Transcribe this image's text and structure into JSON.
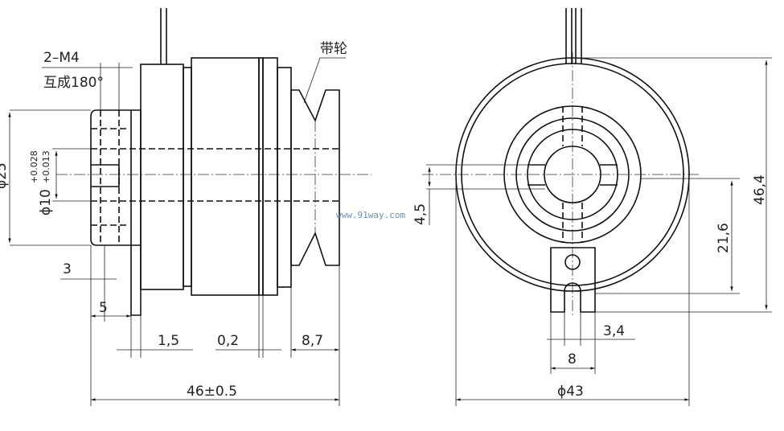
{
  "labels": {
    "thread": "2–M4",
    "thread_note": "互成180°",
    "pulley": "带轮",
    "dia25": "ϕ25",
    "dia10": "ϕ10",
    "tol_upper": "+0.028",
    "tol_lower": "+0.013",
    "dim3": "3",
    "dim5": "5",
    "dim1_5": "1,5",
    "dim0_2": "0,2",
    "dim8_7": "8,7",
    "dim46": "46±0.5",
    "dim4_5": "4,5",
    "dim46_4": "46,4",
    "dim21_6": "21,6",
    "dim3_4": "3,4",
    "dim8": "8",
    "dia43": "ϕ43"
  },
  "watermark": "www.91way.com"
}
